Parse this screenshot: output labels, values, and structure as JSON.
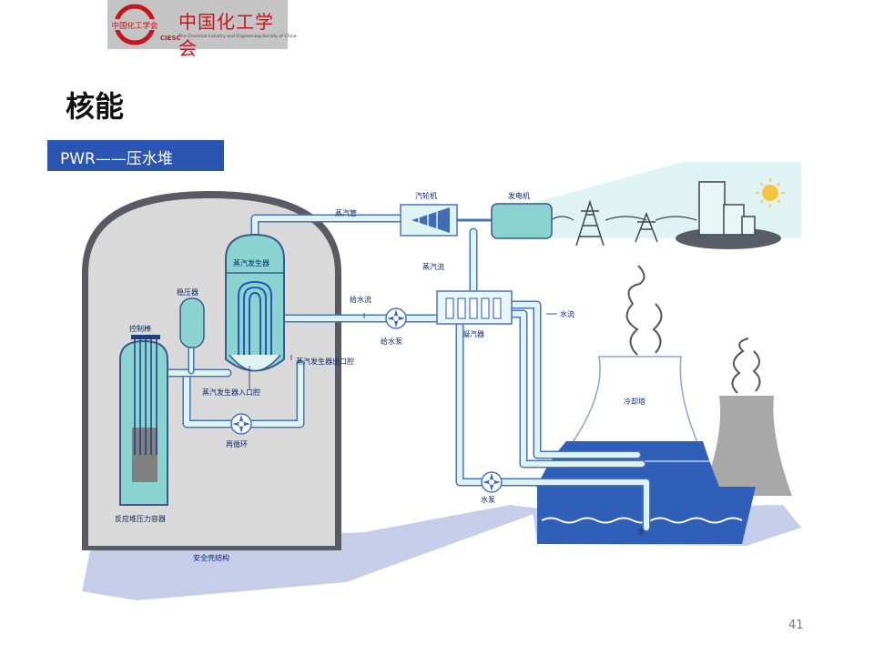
{
  "header": {
    "logo": {
      "name_cn": "中国化工学会",
      "name_en": "The Chemical Industry and Engineering Society of China",
      "abbr": "CIESC",
      "seal_text": "中国化工学会"
    },
    "title": "核能"
  },
  "section_label": "PWR——压水堆",
  "diagram": {
    "labels": {
      "steam_pipe": "蒸汽管",
      "turbine": "汽轮机",
      "generator": "发电机",
      "steam_flow": "蒸汽流",
      "feedwater_flow": "给水流",
      "feedwater_pump": "给水泵",
      "condenser": "凝汽器",
      "water_flow": "水流",
      "cooling_tower": "冷却塔",
      "water": "水",
      "water_pump": "水泵",
      "pressurizer": "稳压器",
      "steam_generator": "蒸汽发生器",
      "sg_outlet": "蒸汽发生器出口腔",
      "sg_inlet": "蒸汽发生器入口腔",
      "recirculation": "再循环",
      "control_rods": "控制棒",
      "reactor_vessel": "反应堆压力容器",
      "containment": "安全壳结构"
    }
  },
  "page_number": "41",
  "colors": {
    "banner": "#2a55b0",
    "seal_red": "#c8141e",
    "water": "#2f5fb8",
    "containment": "#d9d9d9"
  }
}
